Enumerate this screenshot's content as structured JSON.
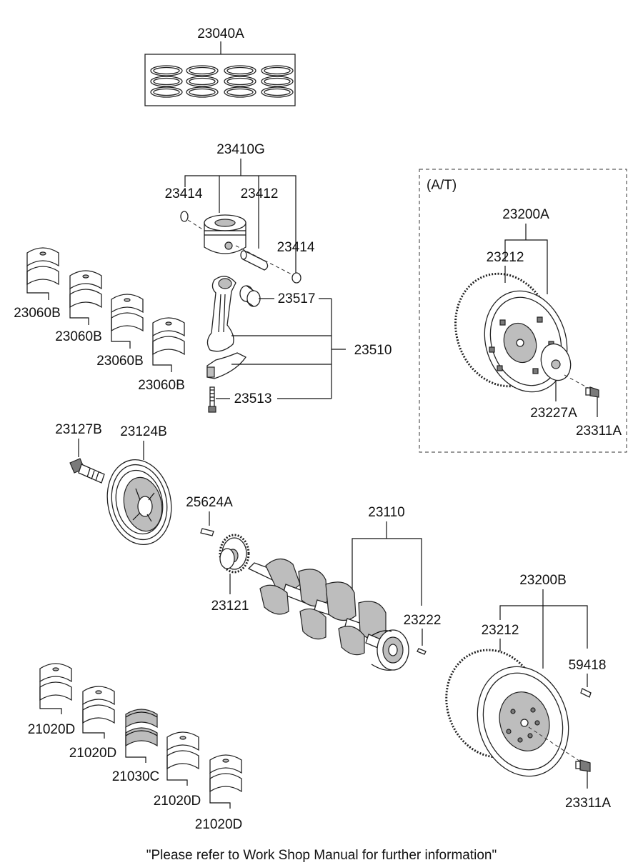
{
  "part_numbers": {
    "piston_ring_set": "23040A",
    "piston_assy": "23410G",
    "snap_ring_left": "23414",
    "piston_pin": "23412",
    "snap_ring_right": "23414",
    "conrod_bushing": "23517",
    "conrod_assy": "23510",
    "conrod_bolt": "23513",
    "conrod_bearing_1": "23060B",
    "conrod_bearing_2": "23060B",
    "conrod_bearing_3": "23060B",
    "conrod_bearing_4": "23060B",
    "pulley_bolt": "23127B",
    "damper_pulley": "23124B",
    "woodruff_key": "25624A",
    "crank_sprocket": "23121",
    "crankshaft": "23110",
    "crank_pin": "23222",
    "flywheel_assy_mt": "23200B",
    "ring_gear_mt": "23212",
    "dowel_pin": "59418",
    "flywheel_bolt_mt": "23311A",
    "drive_plate_assy_at": "23200A",
    "ring_gear_at": "23212",
    "adapter_plate_at": "23227A",
    "drive_plate_bolt_at": "23311A",
    "main_bearing_1": "21020D",
    "main_bearing_2": "21020D",
    "thrust_bearing": "21030C",
    "main_bearing_3": "21020D",
    "main_bearing_4": "21020D"
  },
  "at_section_label": "(A/T)",
  "footer_note": "\"Please refer to Work Shop Manual for further information\""
}
